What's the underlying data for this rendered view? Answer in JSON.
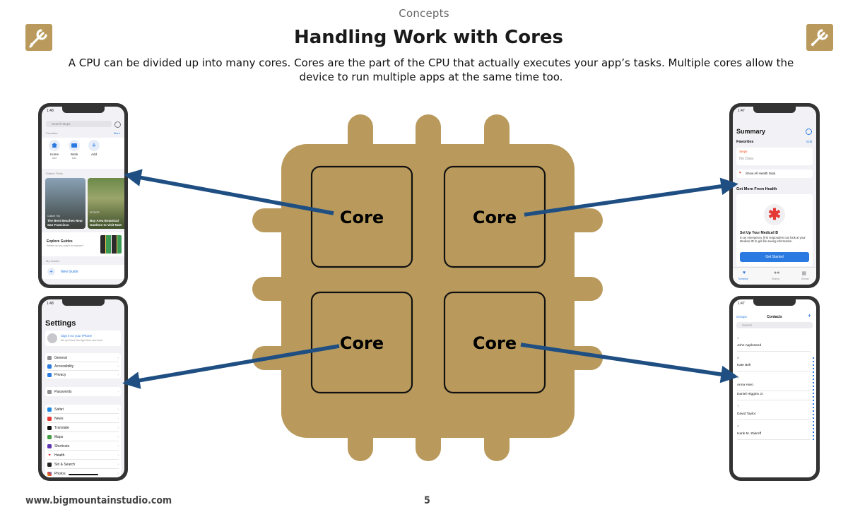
{
  "header": {
    "section": "Concepts",
    "title": "Handling Work with Cores",
    "intro": "A CPU can be divided up into many cores. Cores are the part of the CPU that actually executes your app’s tasks. Multiple cores allow the device to run multiple apps at the same time too."
  },
  "icons": {
    "left": "wrench-icon",
    "right": "wrench-icon"
  },
  "cpu": {
    "cores": [
      "Core",
      "Core",
      "Core",
      "Core"
    ],
    "color": "#b99a5c",
    "arrow_color": "#1f4f82"
  },
  "footer": {
    "website": "www.bigmountainstudio.com",
    "page": "5"
  },
  "phones": {
    "maps": {
      "time": "1:48",
      "search": "Search Maps",
      "favorites": "Favorites",
      "more": "More",
      "fav_items": [
        "Home",
        "Work",
        "Add"
      ],
      "fav_sub": [
        "Add",
        "Add",
        ""
      ],
      "editors": "Editors' Picks",
      "card1_src": "Culture Trip",
      "card1": "The Best Beaches Near San Francisco",
      "card2_src": "SFGATE",
      "card2": "Bay Area Botanical Gardens to Visit Now",
      "explore": "Explore Guides",
      "explore_sub": "Where do you want to explore?",
      "my_guides": "My Guides",
      "new_guide": "New Guide"
    },
    "settings": {
      "time": "1:48",
      "title": "Settings",
      "signin": "Sign in to your iPhone",
      "signin_sub": "Set up iCloud, the App Store, and more.",
      "group1": [
        "General",
        "Accessibility",
        "Privacy"
      ],
      "group2": [
        "Passwords"
      ],
      "group3": [
        "Safari",
        "News",
        "Translate",
        "Maps",
        "Shortcuts",
        "Health",
        "Siri & Search",
        "Photos"
      ]
    },
    "health": {
      "time": "1:47",
      "title": "Summary",
      "favorites": "Favorites",
      "edit": "Edit",
      "steps": "Steps",
      "no_data": "No Data",
      "show_all": "Show All Health Data",
      "get_more": "Get More From Health",
      "medical_title": "Set Up Your Medical ID",
      "medical_body": "In an emergency, first responders can look at your Medical ID to get life-saving information.",
      "button": "Get Started",
      "tabs": [
        "Summary",
        "Sharing",
        "Browse"
      ]
    },
    "contacts": {
      "time": "1:47",
      "groups": "Groups",
      "title": "Contacts",
      "add": "+",
      "search": "Search",
      "sections": [
        {
          "letter": "A",
          "names": [
            "John Appleseed"
          ]
        },
        {
          "letter": "B",
          "names": [
            "Kate Bell"
          ]
        },
        {
          "letter": "H",
          "names": [
            "Anna Haro",
            "Daniel Higgins Jr."
          ]
        },
        {
          "letter": "T",
          "names": [
            "David Taylor"
          ]
        },
        {
          "letter": "Z",
          "names": [
            "Hank M. Zakroff"
          ]
        }
      ]
    }
  }
}
